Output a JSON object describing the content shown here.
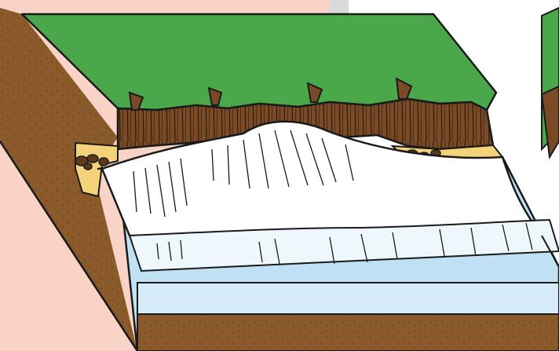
{
  "figure": {
    "panel_count": 2,
    "colors": {
      "page_background": "#ffffff",
      "pink_panel": "#f9d3c5",
      "grass": "#4aa84a",
      "cliff": "#7a4a26",
      "soil": "#8b5a2b",
      "sand": "#f3d27a",
      "sea": "#bfe1f3",
      "surf": "#ffffff",
      "outline": "#1a1a1a",
      "rocks": "#5a3a1a"
    },
    "elements": [
      "cliff-top-grass",
      "cliff-face",
      "sea-cave-notches",
      "beach-sand",
      "boulder-rocks",
      "breaking-waves",
      "sea-water",
      "soil-cross-section",
      "bedrock-base"
    ]
  }
}
